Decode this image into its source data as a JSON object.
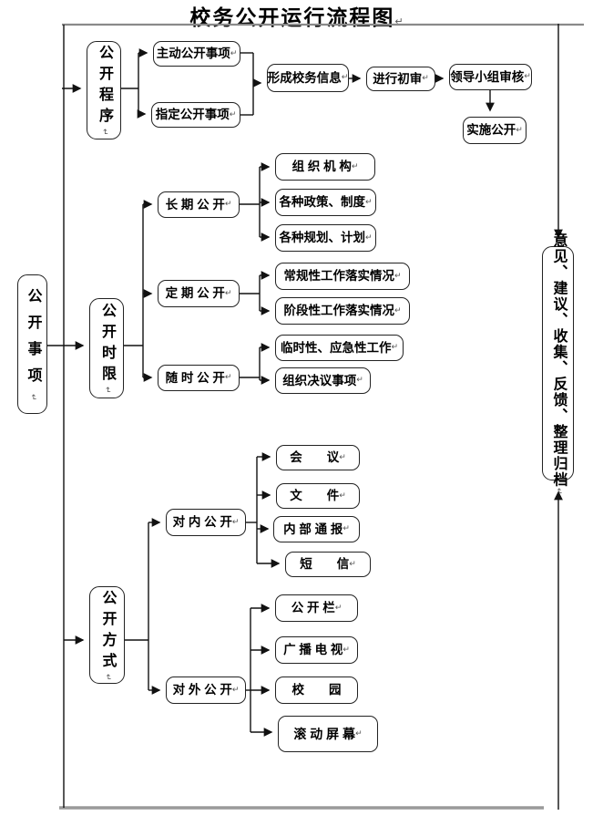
{
  "title": {
    "text": "校务公开运行流程图",
    "eol": "↵"
  },
  "colors": {
    "line": "#111111",
    "frame_top": "#8a8a8a",
    "frame_bottom": "#9a9a9a",
    "box_border": "#222222",
    "text": "#000000"
  },
  "nodes": {
    "gongkai_shixiang": {
      "label": "公开事项",
      "eol": "↵"
    },
    "gongkai_chengxu": {
      "label": "公开程序",
      "eol": "↵"
    },
    "zhudong_gongkai": {
      "label": "主动公开事项",
      "eol": "↵"
    },
    "zhiding_gongkai": {
      "label": "指定公开事项",
      "eol": "↵"
    },
    "xingcheng_xinxi": {
      "label": "形成校务信息",
      "eol": "↵"
    },
    "jinxing_chushen": {
      "label": "进行初审",
      "eol": "↵"
    },
    "lingdao_shenhe": {
      "label": "领导小组审核",
      "eol": "↵"
    },
    "shishi_gongkai": {
      "label": "实施公开",
      "eol": "↵"
    },
    "gongkai_shixian": {
      "label": "公开时限",
      "eol": "↵"
    },
    "changqi_gongkai": {
      "label": "长 期 公 开",
      "eol": "↵"
    },
    "dingqi_gongkai": {
      "label": "定 期 公 开",
      "eol": "↵"
    },
    "suishi_gongkai": {
      "label": "随 时 公 开",
      "eol": "↵"
    },
    "zuzhi_jigou": {
      "label": "组 织 机 构",
      "eol": "↵"
    },
    "zhengce_zhidu": {
      "label": "各种政策、制度",
      "eol": "↵"
    },
    "guihua_jihua": {
      "label": "各种规划、计划",
      "eol": "↵"
    },
    "changgui_luoshi": {
      "label": "常规性工作落实情况",
      "eol": "↵"
    },
    "jieduan_luoshi": {
      "label": "阶段性工作落实情况",
      "eol": "↵"
    },
    "linshi_yingji": {
      "label": "临时性、应急性工作",
      "eol": "↵"
    },
    "zuzhi_jueyi": {
      "label": "组织决议事项",
      "eol": "↵"
    },
    "gongkai_fangshi": {
      "label": "公开方式",
      "eol": "↵"
    },
    "duinei_gongkai": {
      "label": "对 内 公 开",
      "eol": "↵"
    },
    "duiwai_gongkai": {
      "label": "对 外 公 开",
      "eol": "↵"
    },
    "huiyi": {
      "label": "会　　议",
      "eol": "↵"
    },
    "wenjian": {
      "label": "文　　件",
      "eol": "↵"
    },
    "neibu_tongbao": {
      "label": "内 部 通 报",
      "eol": "↵"
    },
    "duanxin": {
      "label": "短　　信",
      "eol": "↵"
    },
    "gongkailan": {
      "label": "公 开 栏",
      "eol": "↵"
    },
    "guangbo_dianshi": {
      "label": "广 播 电 视",
      "eol": "↵"
    },
    "xiaoyuan": {
      "label": "校　　园",
      "eol": ""
    },
    "gundong_pingmu": {
      "label": "滚 动 屏 幕",
      "eol": "↵"
    },
    "yijian_guidang": {
      "label": "意见、建议、收集、反馈、整理归档",
      "eol": "↵"
    }
  },
  "hierarchy": {
    "root": "公开事项",
    "branches": [
      {
        "name": "公开程序",
        "children": [
          "主动公开事项",
          "指定公开事项"
        ],
        "sequence": [
          "形成校务信息",
          "进行初审",
          "领导小组审核",
          "实施公开"
        ]
      },
      {
        "name": "公开时限",
        "children": [
          {
            "name": "长期公开",
            "items": [
              "组织机构",
              "各种政策、制度",
              "各种规划、计划"
            ]
          },
          {
            "name": "定期公开",
            "items": [
              "常规性工作落实情况",
              "阶段性工作落实情况"
            ]
          },
          {
            "name": "随时公开",
            "items": [
              "临时性、应急性工作",
              "组织决议事项"
            ]
          }
        ]
      },
      {
        "name": "公开方式",
        "children": [
          {
            "name": "对内公开",
            "items": [
              "会议",
              "文件",
              "内部通报",
              "短信"
            ]
          },
          {
            "name": "对外公开",
            "items": [
              "公开栏",
              "广播电视",
              "校园",
              "滚动屏幕"
            ]
          }
        ]
      }
    ],
    "sink": "意见、建议、收集、反馈、整理归档"
  }
}
